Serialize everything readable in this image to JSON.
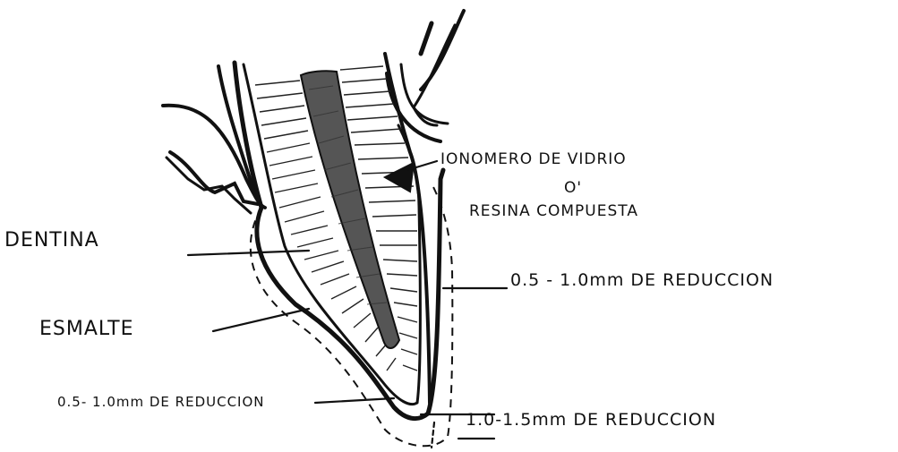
{
  "labels": {
    "ionomer_line1": "IONOMERO DE VIDRIO",
    "ionomer_or": "O'",
    "ionomer_line2": "RESINA COMPUESTA",
    "dentina": "DENTINA",
    "esmalte": "ESMALTE",
    "reduction_labial": "0.5 - 1.0mm DE REDUCCION",
    "reduction_lingual": "0.5- 1.0mm DE REDUCCION",
    "reduction_incisal": "1.0-1.5mm DE REDUCCION"
  },
  "colors": {
    "ink": "#111111",
    "pulp": "#555555",
    "paper": "#ffffff"
  }
}
